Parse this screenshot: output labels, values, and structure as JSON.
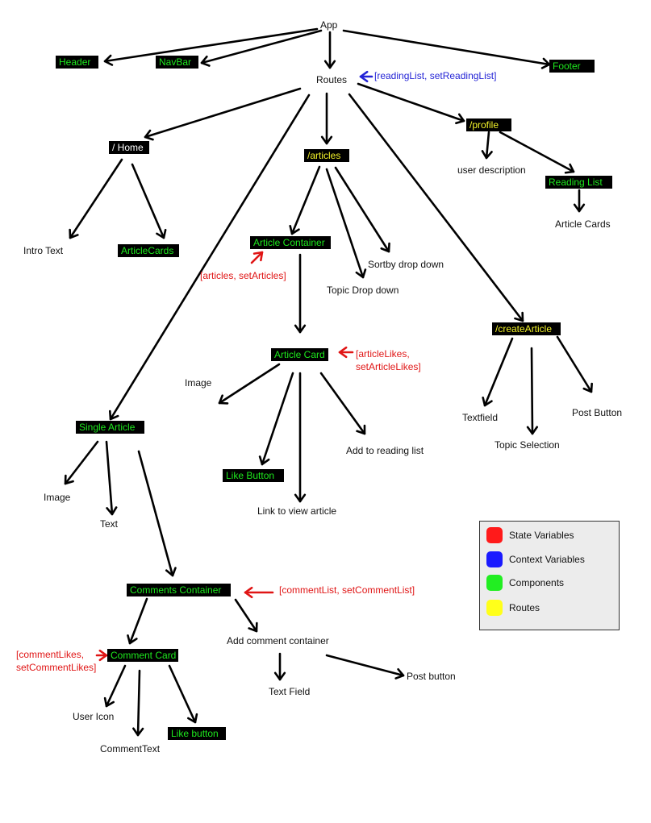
{
  "nodes": {
    "app": "App",
    "header": "Header",
    "navbar": "NavBar",
    "footer": "Footer",
    "routes": "Routes",
    "home": "/ Home",
    "intro_text": "Intro Text",
    "article_cards_home": "ArticleCards",
    "articles_route": "/articles",
    "article_container": "Article Container",
    "sortby_dropdown": "Sortby drop down",
    "topic_dropdown": "Topic Drop down",
    "article_card": "Article Card",
    "article_card_image": "Image",
    "like_button": "Like Button",
    "link_to_view_article": "Link to view article",
    "add_to_reading_list": "Add to reading list",
    "profile_route": "/profile",
    "user_description": "user description",
    "reading_list": "Reading List",
    "article_cards_profile": "Article Cards",
    "create_article_route": "/createArticle",
    "textfield": "Textfield",
    "topic_selection": "Topic Selection",
    "post_button_create": "Post Button",
    "single_article": "Single Article",
    "single_article_image": "Image",
    "single_article_text": "Text",
    "comments_container": "Comments Container",
    "comment_card": "Comment Card",
    "add_comment_container": "Add comment container",
    "text_field": "Text Field",
    "post_button_comment": "Post button",
    "user_icon": "User Icon",
    "comment_text": "CommentText",
    "like_button_comment": "Like button"
  },
  "annotations": {
    "reading_list_context": "[readingList, setReadingList]",
    "articles_state": "[articles, setArticles]",
    "article_likes_state_1": "[articleLikes,",
    "article_likes_state_2": "setArticleLikes]",
    "comment_list_state": "[commentList, setCommentList]",
    "comment_likes_state_1": "[commentLikes,",
    "comment_likes_state_2": "setCommentLikes]"
  },
  "legend": {
    "items": [
      {
        "label": "State Variables",
        "color": "#ff1a1a"
      },
      {
        "label": "Context Variables",
        "color": "#1a1aff"
      },
      {
        "label": "Components",
        "color": "#22ee22"
      },
      {
        "label": "Routes",
        "color": "#ffff1a"
      }
    ]
  },
  "colors": {
    "component_text": "#1ee81e",
    "route_text": "#f4f42a",
    "state_annotation": "#e01515",
    "context_annotation": "#2424d6",
    "arrow": "#000000"
  }
}
